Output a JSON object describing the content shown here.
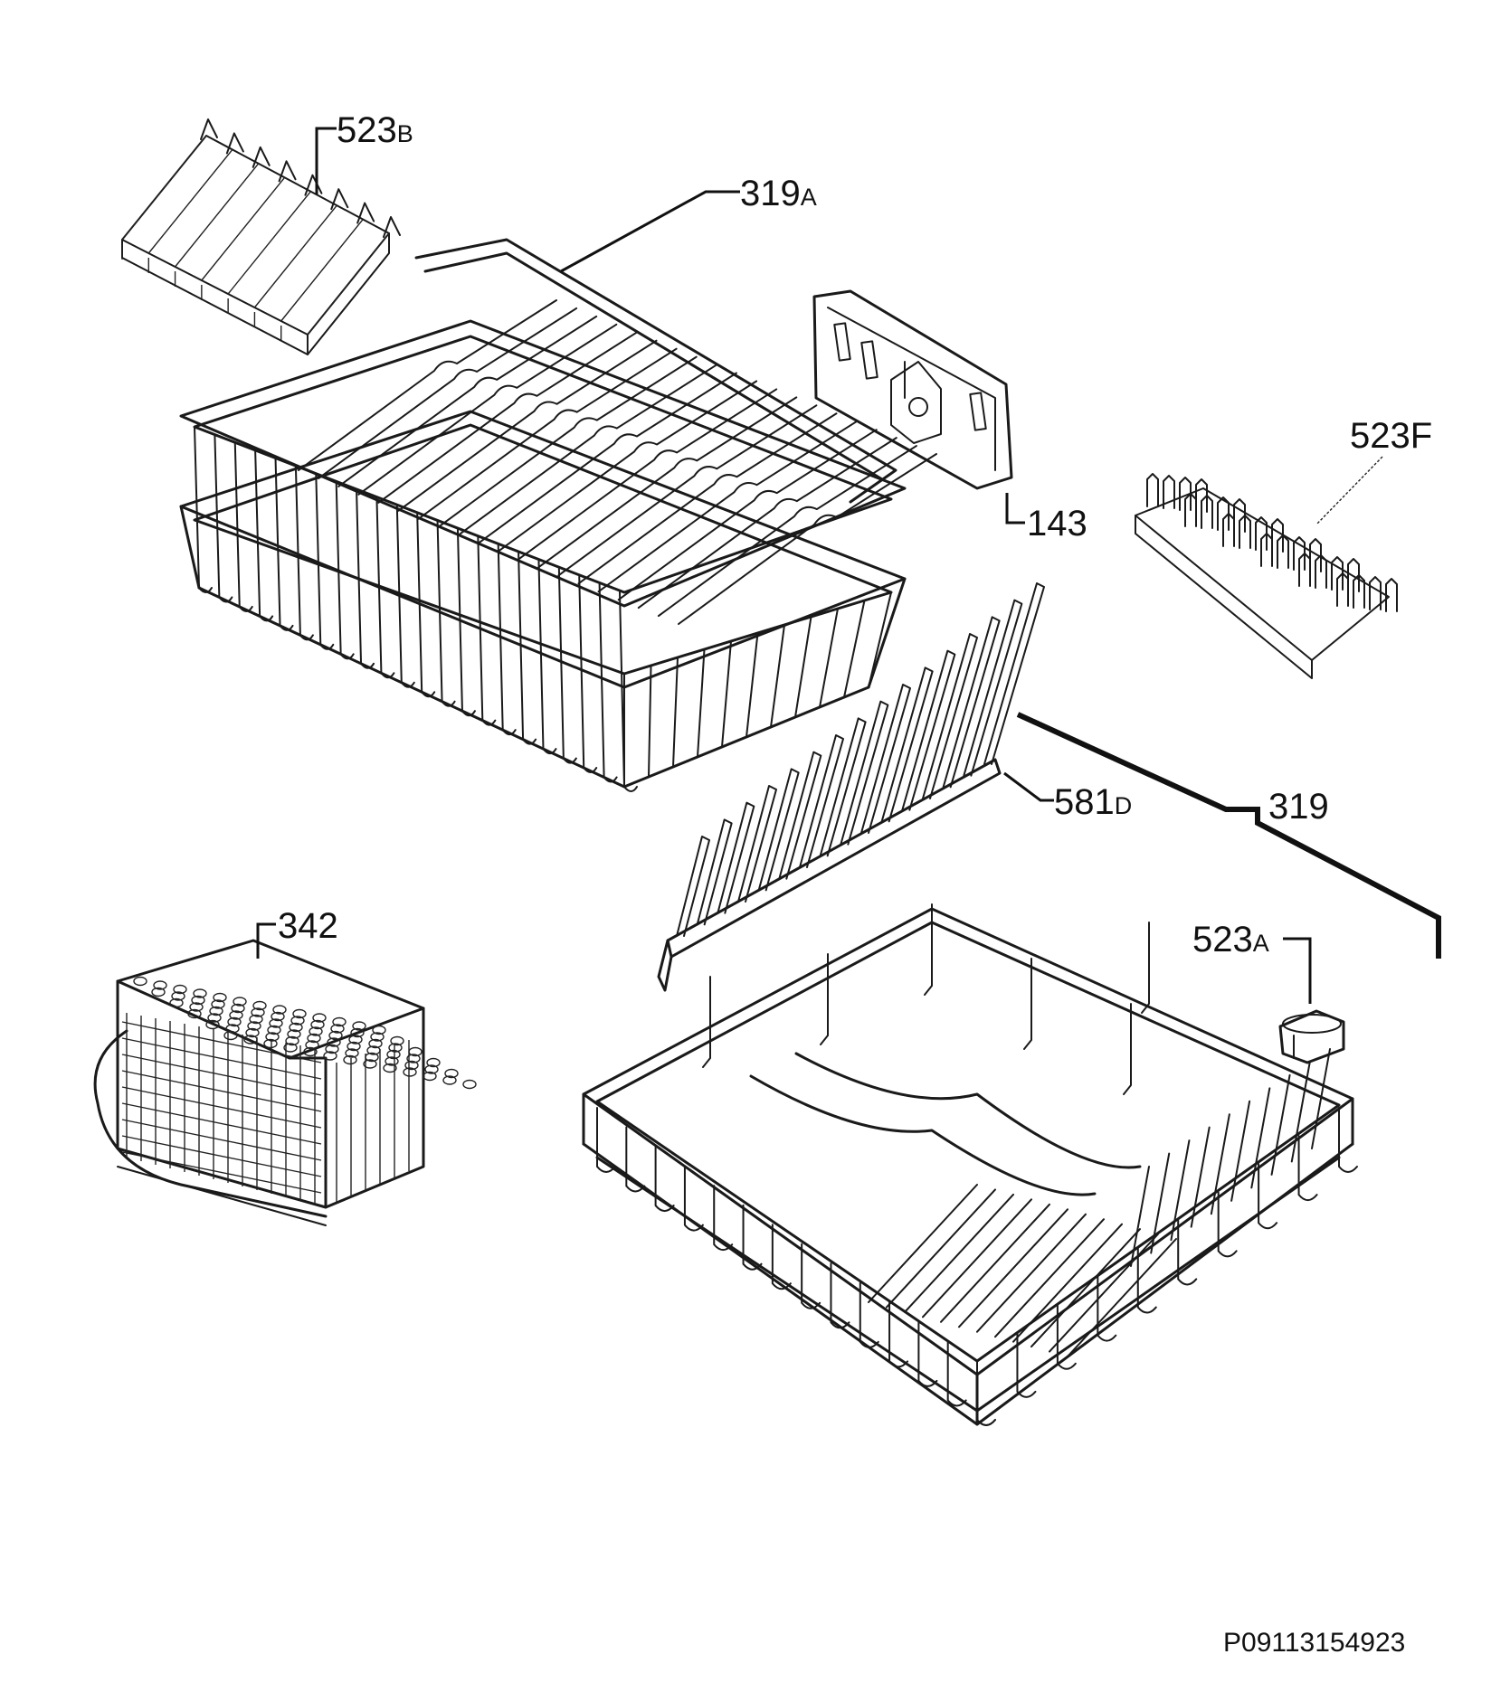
{
  "labels": {
    "p523b": {
      "num": "523",
      "suffix": "B"
    },
    "p319a": {
      "num": "319",
      "suffix": "A"
    },
    "p143": {
      "num": "143"
    },
    "p523f": {
      "num": "523F"
    },
    "p581d": {
      "num": "581",
      "suffix": "D"
    },
    "p319": {
      "num": "319"
    },
    "p342": {
      "num": "342"
    },
    "p523a": {
      "num": "523",
      "suffix": "A"
    }
  },
  "drawing_code": "P09113154923"
}
